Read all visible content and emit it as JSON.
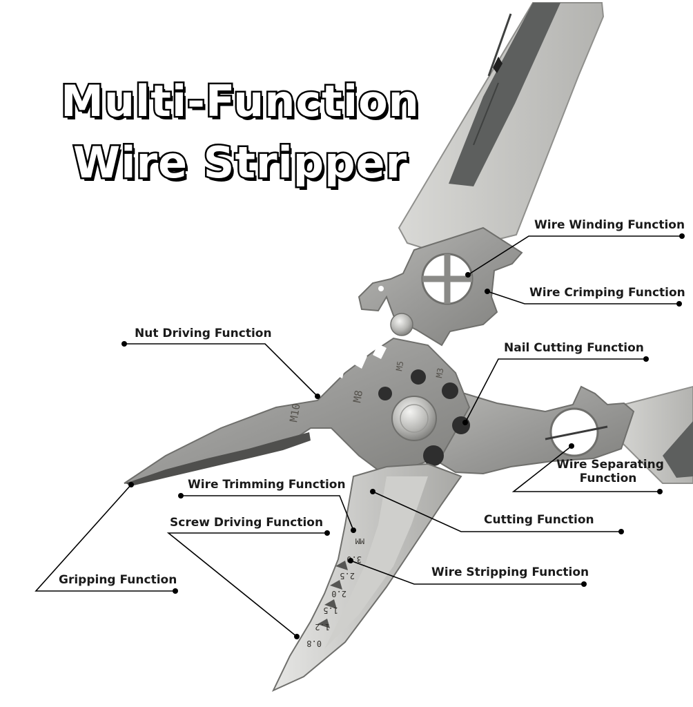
{
  "title": {
    "line1": "Multi-Function",
    "line2": "Wire Stripper"
  },
  "labels": {
    "wire_winding": "Wire Winding Function",
    "wire_crimping": "Wire Crimping Function",
    "nut_driving": "Nut Driving Function",
    "nail_cutting": "Nail Cutting Function",
    "wire_separating_1": "Wire Separating",
    "wire_separating_2": "Function",
    "wire_trimming": "Wire Trimming Function",
    "cutting": "Cutting Function",
    "screw_driving": "Screw Driving Function",
    "wire_stripping": "Wire Stripping Function",
    "gripping": "Gripping Function"
  },
  "tool_markings": {
    "m10": "M10",
    "m8": "M8",
    "m5": "M5",
    "m3": "M3",
    "mm": "MM",
    "gauge_1": "3.0",
    "gauge_2": "2.5",
    "gauge_3": "2.0",
    "gauge_4": "1.5",
    "gauge_5": "1.2",
    "gauge_6": "0.8"
  },
  "colors": {
    "steel": "#9a9a98",
    "steel_dark": "#6f6f6c",
    "handle_light": "#c9c9c6",
    "handle_dark": "#5d5f5e",
    "line": "#000000"
  }
}
